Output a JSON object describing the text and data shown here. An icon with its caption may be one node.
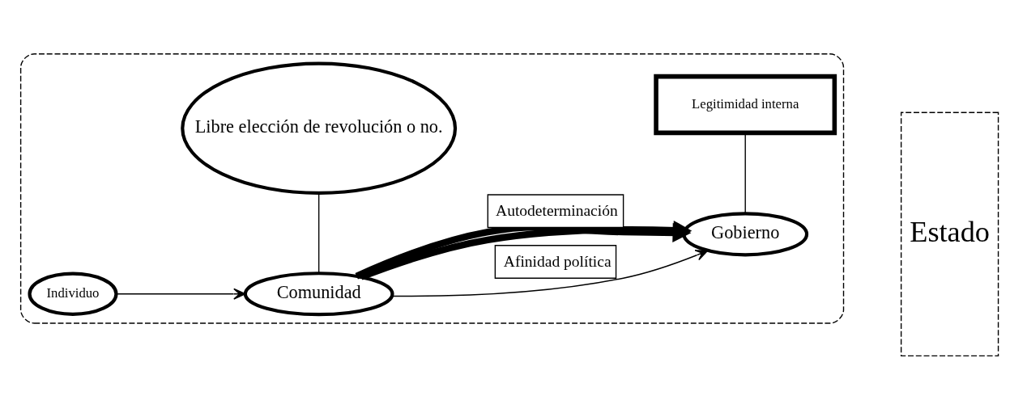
{
  "diagram": {
    "nodes": [
      {
        "text": [],
        "shape": "box"
      },
      {
        "text": [
          "Individuo"
        ],
        "in": 0
      },
      {
        "text": [
          "Comunidad"
        ],
        "in": 0
      },
      {
        "text": [
          "Gobierno"
        ],
        "in": 0
      },
      {
        "text": [
          "Libre elección de revolución o no."
        ],
        "in": 0
      },
      {
        "text": [
          "Legitimidad interna"
        ],
        "in": 0
      },
      {
        "text": [
          "Estado"
        ]
      }
    ],
    "edges": [
      {
        "from": 1,
        "to": 2,
        "arrow": "to"
      },
      {
        "from": 2,
        "to": 3,
        "arrow": "to",
        "label": "Afinidad política"
      },
      {
        "from": 2,
        "to": 3,
        "arrow": "to",
        "style": "thick"
      },
      {
        "from": 2,
        "to": 3,
        "arrow": "to",
        "style": "thick",
        "label": "Autodeterminación"
      },
      {
        "from": 2,
        "to": 4,
        "arrow": "none"
      },
      {
        "from": 3,
        "to": 5,
        "arrow": "none"
      }
    ]
  }
}
